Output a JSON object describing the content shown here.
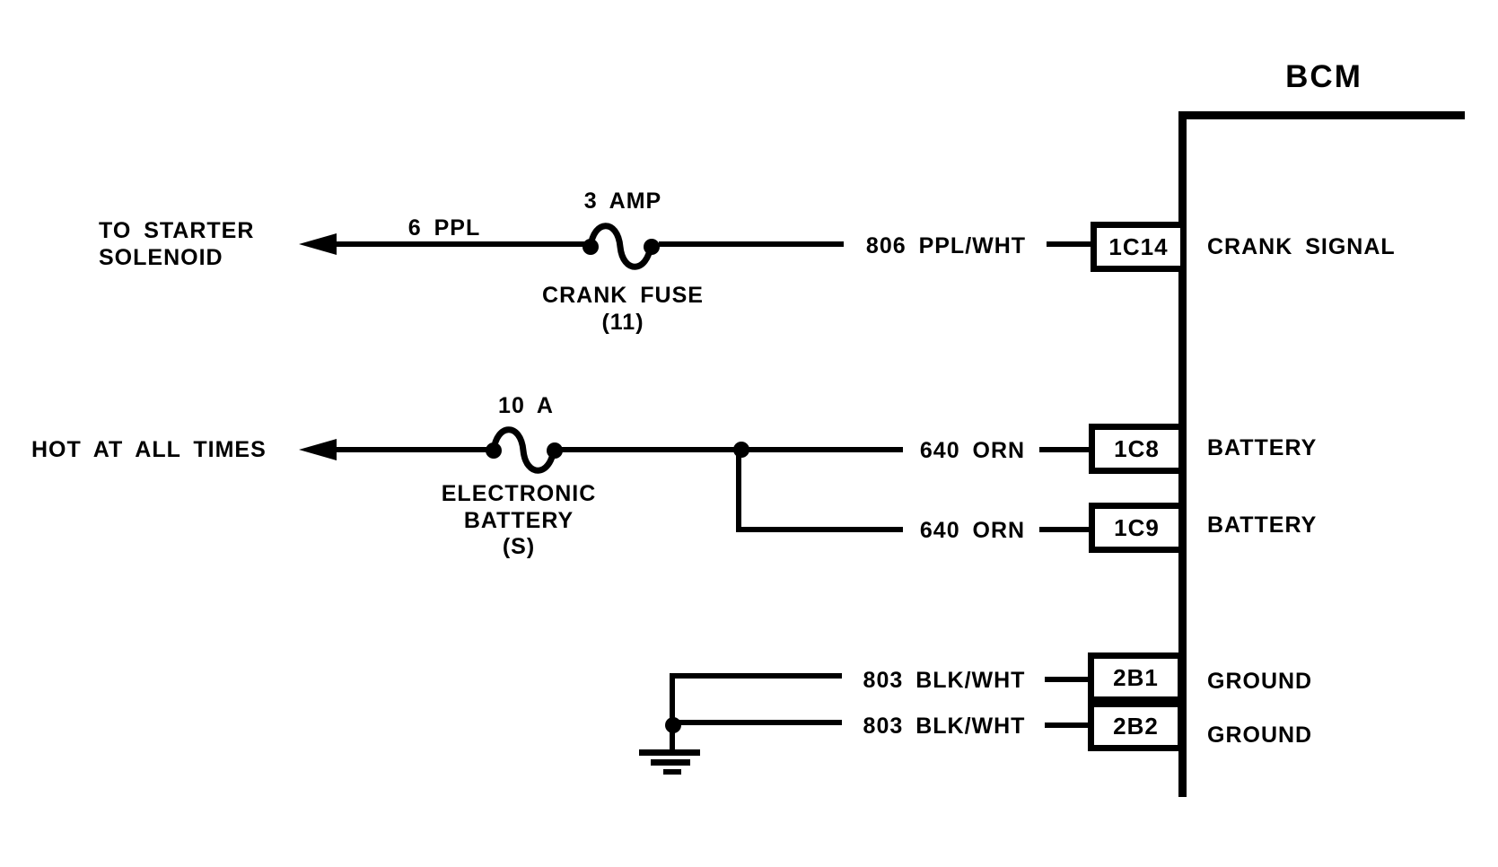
{
  "module": {
    "title": "BCM"
  },
  "colors": {
    "ink": "#000000",
    "background": "#ffffff"
  },
  "circuits": {
    "crank": {
      "terminal": [
        "TO STARTER",
        "SOLENOID"
      ],
      "fuse": {
        "rating": "3 AMP",
        "name": [
          "CRANK FUSE",
          "(11)"
        ]
      },
      "wires": [
        {
          "label": "6 PPL"
        },
        {
          "label": "806 PPL/WHT"
        }
      ],
      "pins": [
        {
          "id": "1C14",
          "function": "CRANK SIGNAL"
        }
      ]
    },
    "battery": {
      "terminal": [
        "HOT AT ALL TIMES"
      ],
      "fuse": {
        "rating": "10 A",
        "name": [
          "ELECTRONIC",
          "BATTERY",
          "(S)"
        ]
      },
      "wires": [
        {
          "label": "640 ORN"
        },
        {
          "label": "640 ORN"
        }
      ],
      "pins": [
        {
          "id": "1C8",
          "function": "BATTERY"
        },
        {
          "id": "1C9",
          "function": "BATTERY"
        }
      ]
    },
    "ground": {
      "wires": [
        {
          "label": "803 BLK/WHT"
        },
        {
          "label": "803 BLK/WHT"
        }
      ],
      "pins": [
        {
          "id": "2B1",
          "function": "GROUND"
        },
        {
          "id": "2B2",
          "function": "GROUND"
        }
      ]
    }
  }
}
